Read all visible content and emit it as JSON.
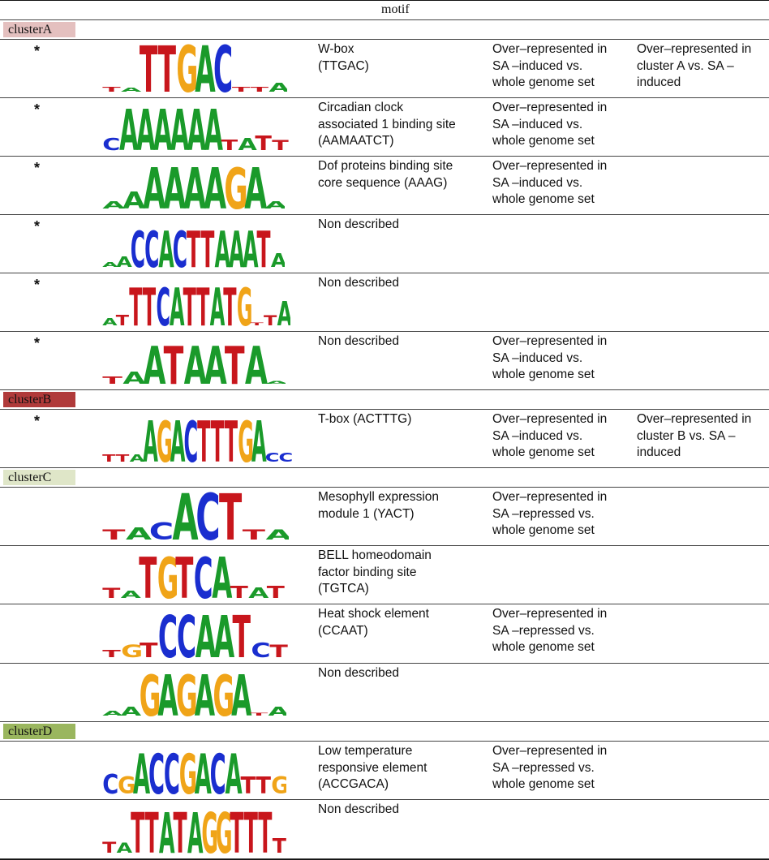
{
  "table": {
    "header": {
      "motif_label": "motif"
    },
    "colors": {
      "A": "#1a9a2a",
      "C": "#1a2ecf",
      "G": "#f0a418",
      "T": "#c8161c"
    },
    "clusters": [
      {
        "label": "clusterA",
        "label_color": "#e4c0bf",
        "rows": [
          {
            "star": "*",
            "logo": "TATTGACTTA",
            "description": "W-box\n(TTGAC)",
            "rep1": "Over–represented in\nSA –induced  vs.\nwhole genome set",
            "rep2": "Over–represented in\ncluster A vs. SA –\ninduced"
          },
          {
            "star": "*",
            "logo": "CAAAAAATATT",
            "description": "Circadian clock\nassociated 1 binding site\n(AAMAATCT)",
            "rep1": "Over–represented in\nSA –induced  vs.\nwhole genome set",
            "rep2": ""
          },
          {
            "star": "*",
            "logo": "AAAAAAGAA",
            "description": "Dof proteins binding site\ncore sequence (AAAG)",
            "rep1": "Over–represented in\nSA –induced  vs.\nwhole genome set",
            "rep2": ""
          },
          {
            "star": "*",
            "logo": "AACCACTTAAATA",
            "description": "Non described",
            "rep1": "",
            "rep2": ""
          },
          {
            "star": "*",
            "logo": "ATTTCATTATGTTA",
            "description": "Non described",
            "rep1": "",
            "rep2": ""
          },
          {
            "star": "*",
            "logo": "TAATAATAA",
            "description": "Non described",
            "rep1": "Over–represented in\nSA –induced  vs.\nwhole genome set",
            "rep2": ""
          }
        ]
      },
      {
        "label": "clusterB",
        "label_color": "#b03a3a",
        "rows": [
          {
            "star": "*",
            "logo": "TTAAGACTTTGACC",
            "description": "T-box (ACTTTG)",
            "rep1": "Over–represented in\nSA –induced  vs.\nwhole genome set",
            "rep2": "Over–represented in\ncluster B vs. SA –\ninduced"
          }
        ]
      },
      {
        "label": "clusterC",
        "label_color": "#dfe6c8",
        "rows": [
          {
            "star": "",
            "logo": "TACACTTA",
            "description": "Mesophyll expression\nmodule 1 (YACT)",
            "rep1": "Over–represented in\nSA –repressed  vs.\nwhole genome set",
            "rep2": ""
          },
          {
            "star": "",
            "logo": "TATGTCATAT",
            "description": "BELL homeodomain\nfactor binding site\n(TGTCA)",
            "rep1": "",
            "rep2": ""
          },
          {
            "star": "",
            "logo": "TGTCCAATCT",
            "description": "Heat shock element\n(CCAAT)",
            "rep1": "Over–represented in\nSA –repressed  vs.\nwhole genome set",
            "rep2": ""
          },
          {
            "star": "",
            "logo": "AAGAGAGATA",
            "description": "Non described",
            "rep1": "",
            "rep2": ""
          }
        ]
      },
      {
        "label": "clusterD",
        "label_color": "#9ab65e",
        "rows": [
          {
            "star": "",
            "logo": "CGACCGACATTG",
            "description": "Low temperature\nresponsive element\n(ACCGACA)",
            "rep1": "Over–represented in\nSA –repressed  vs.\nwhole genome set",
            "rep2": ""
          },
          {
            "star": "",
            "logo": "TATTATAGGTTTT",
            "description": "Non described",
            "rep1": "",
            "rep2": ""
          }
        ]
      }
    ]
  }
}
